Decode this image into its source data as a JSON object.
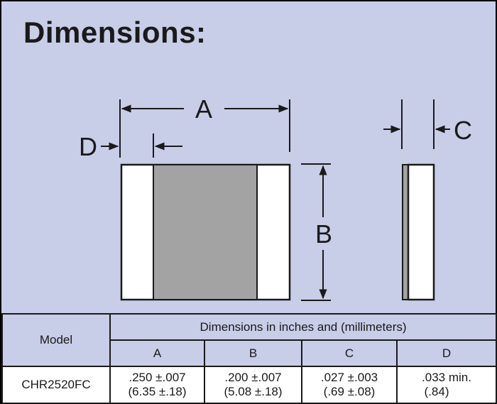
{
  "title": "Dimensions:",
  "diagram": {
    "labels": {
      "a": "A",
      "b": "B",
      "c": "C",
      "d": "D"
    }
  },
  "table": {
    "model_header": "Model",
    "group_header": "Dimensions in inches and (millimeters)",
    "columns": [
      "A",
      "B",
      "C",
      "D"
    ],
    "rows": [
      {
        "model": "CHR2520FC",
        "values": [
          {
            "inch": ".250 ±.007",
            "mm": "(6.35 ±.18)"
          },
          {
            "inch": ".200 ±.007",
            "mm": "(5.08 ±.18)"
          },
          {
            "inch": ".027 ±.003",
            "mm": "(.69 ±.08)"
          },
          {
            "inch": ".033 min.",
            "mm": "(.84)"
          }
        ]
      }
    ]
  }
}
